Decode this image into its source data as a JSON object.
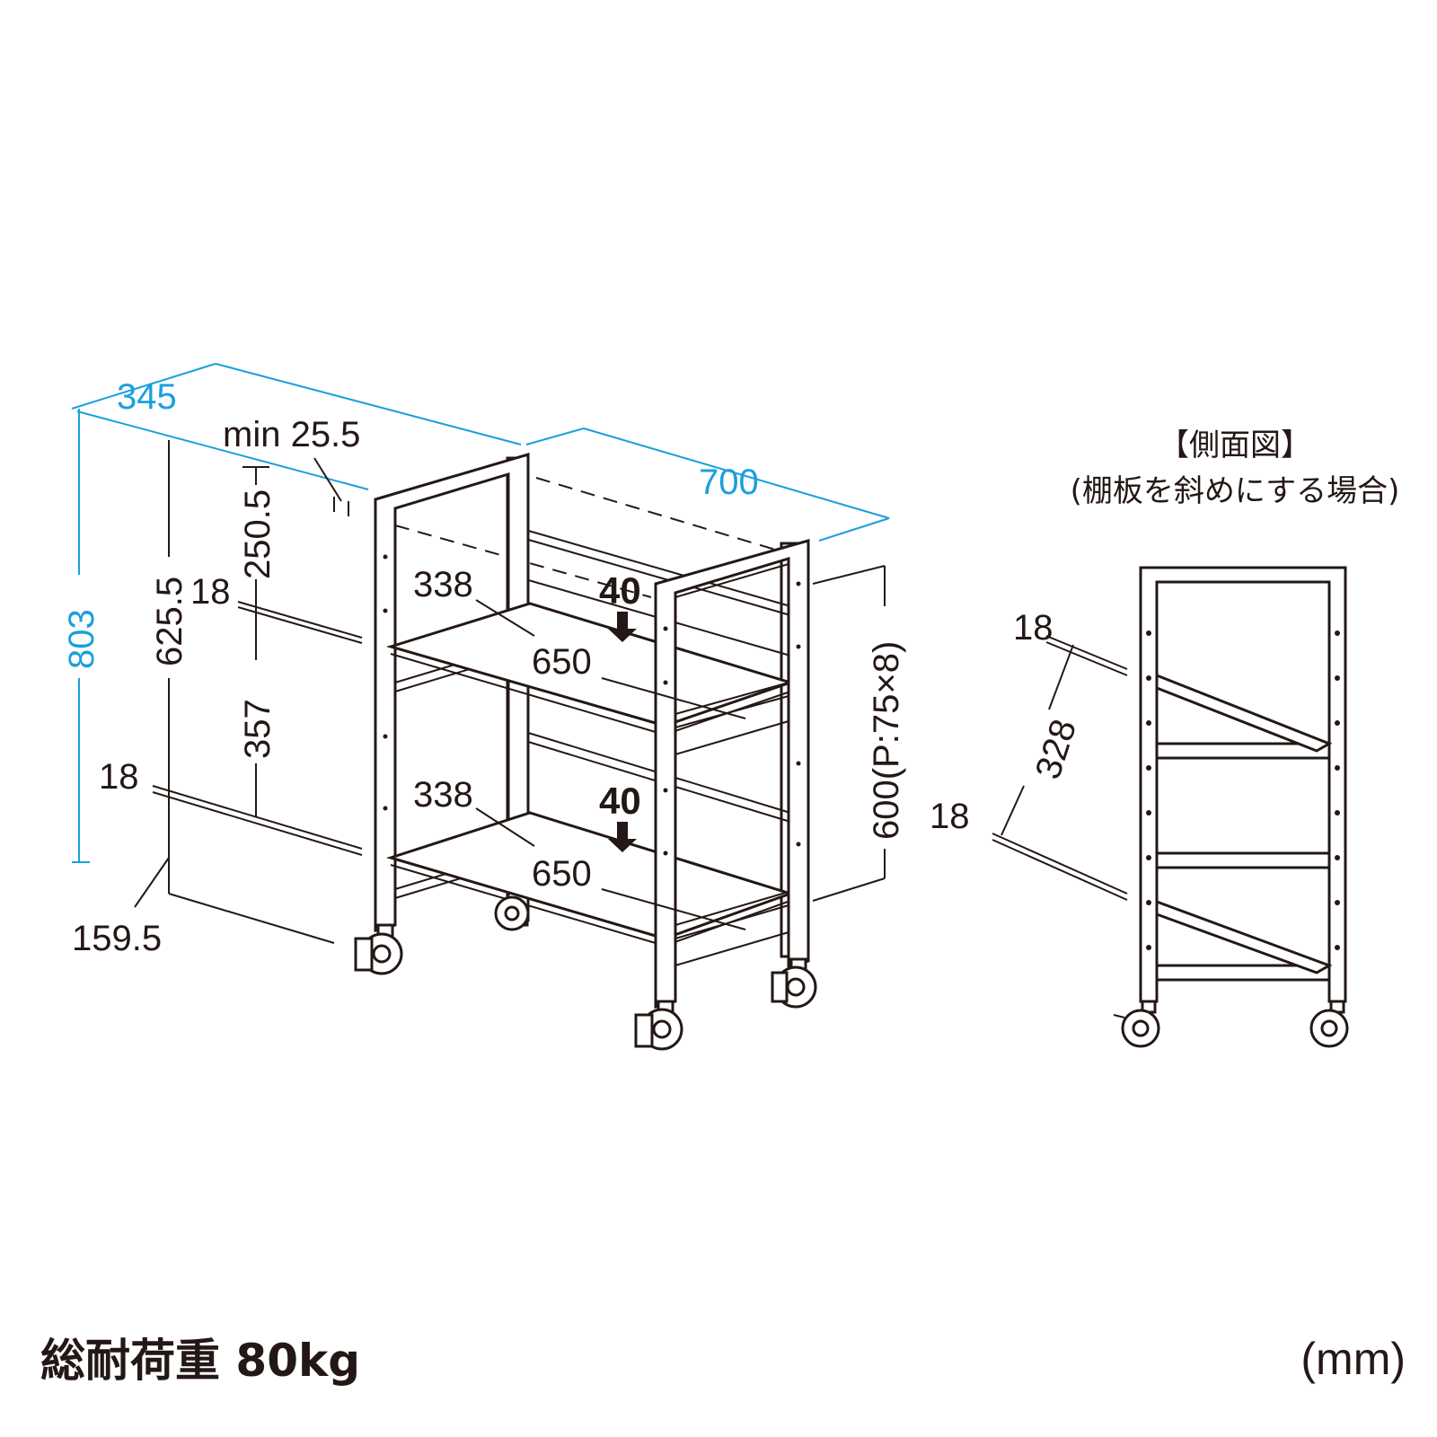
{
  "main_view": {
    "width_label": "345",
    "depth_label": "700",
    "height_label": "803",
    "min_gap_label": "min 25.5",
    "top_gap_label": "250.5",
    "leg_height_label": "625.5",
    "shelf_gap_label": "357",
    "shelf_thickness_top": "18",
    "shelf_thickness_bottom": "18",
    "base_label": "159.5",
    "pitch_label": "600(P:75×8)",
    "upper_shelf_depth": "338",
    "upper_shelf_width": "650",
    "upper_shelf_load": "40",
    "lower_shelf_depth": "338",
    "lower_shelf_width": "650",
    "lower_shelf_load": "40"
  },
  "side_view": {
    "title": "【側面図】",
    "subtitle": "(棚板を斜めにする場合)",
    "upper_thickness": "18",
    "slant_length": "328",
    "lower_thickness": "18"
  },
  "footer": {
    "total_load": "総耐荷重 80kg",
    "unit": "(mm)"
  },
  "colors": {
    "line": "#231815",
    "dimension": "#1aa0dc"
  }
}
